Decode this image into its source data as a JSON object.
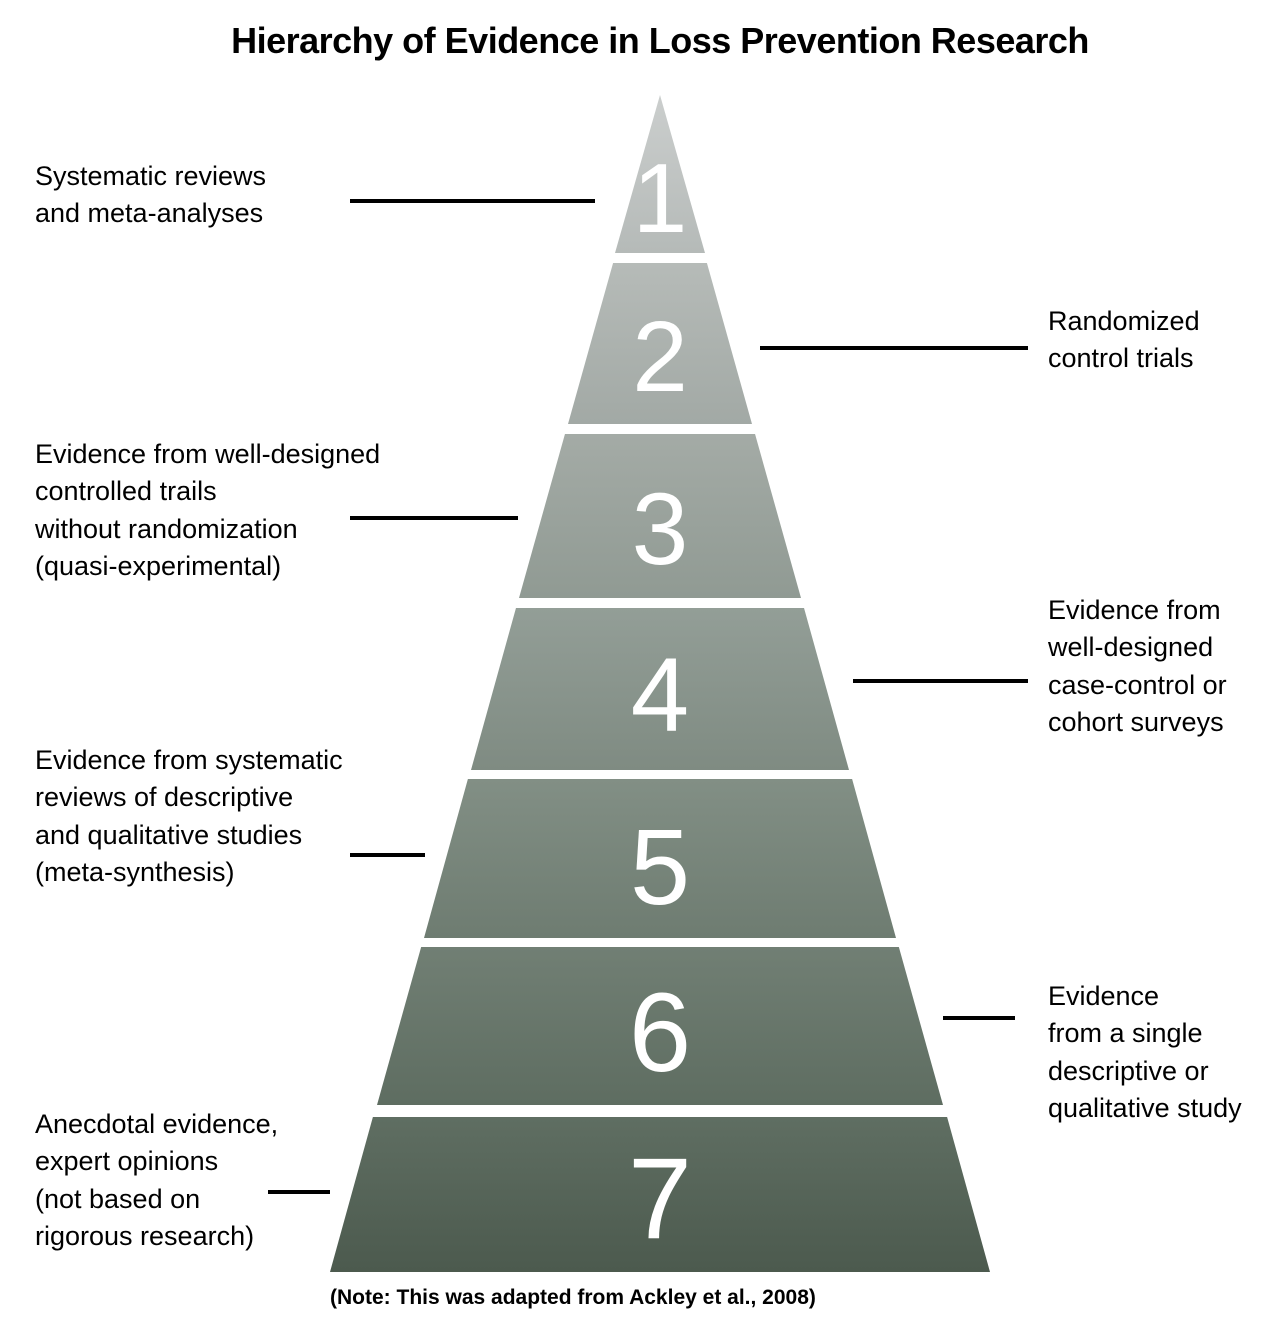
{
  "title": "Hierarchy of Evidence in Loss Prevention Research",
  "note": "(Note: This was adapted from Ackley et al., 2008)",
  "levels": [
    {
      "number": "1",
      "label": "Systematic reviews\nand meta-analyses",
      "side": "left",
      "color_top": "#cbcecd",
      "color_bottom": "#b5bab8"
    },
    {
      "number": "2",
      "label": "Randomized\ncontrol trials",
      "side": "right",
      "color_top": "#b6bbb8",
      "color_bottom": "#a2a9a5"
    },
    {
      "number": "3",
      "label": "Evidence from well-designed\ncontrolled trails\nwithout randomization\n(quasi-experimental)",
      "side": "left",
      "color_top": "#a4aba6",
      "color_bottom": "#909a93"
    },
    {
      "number": "4",
      "label": "Evidence from\nwell-designed\ncase-control or\ncohort surveys",
      "side": "right",
      "color_top": "#939e97",
      "color_bottom": "#7f8b82"
    },
    {
      "number": "5",
      "label": "Evidence from systematic\nreviews of descriptive\nand qualitative studies\n(meta-synthesis)",
      "side": "left",
      "color_top": "#828f85",
      "color_bottom": "#6e7c71"
    },
    {
      "number": "6",
      "label": "Evidence\nfrom a single\ndescriptive or\nqualitative study",
      "side": "right",
      "color_top": "#717f74",
      "color_bottom": "#5e6d61"
    },
    {
      "number": "7",
      "label": "Anecdotal evidence,\nexpert opinions\n(not based on\nrigorous research)",
      "side": "left",
      "color_top": "#5f6e62",
      "color_bottom": "#4c5a4e"
    }
  ],
  "colors": {
    "background": "#ffffff",
    "number_text": "#ffffff",
    "connector_line": "#000000",
    "title_text": "#000000"
  }
}
